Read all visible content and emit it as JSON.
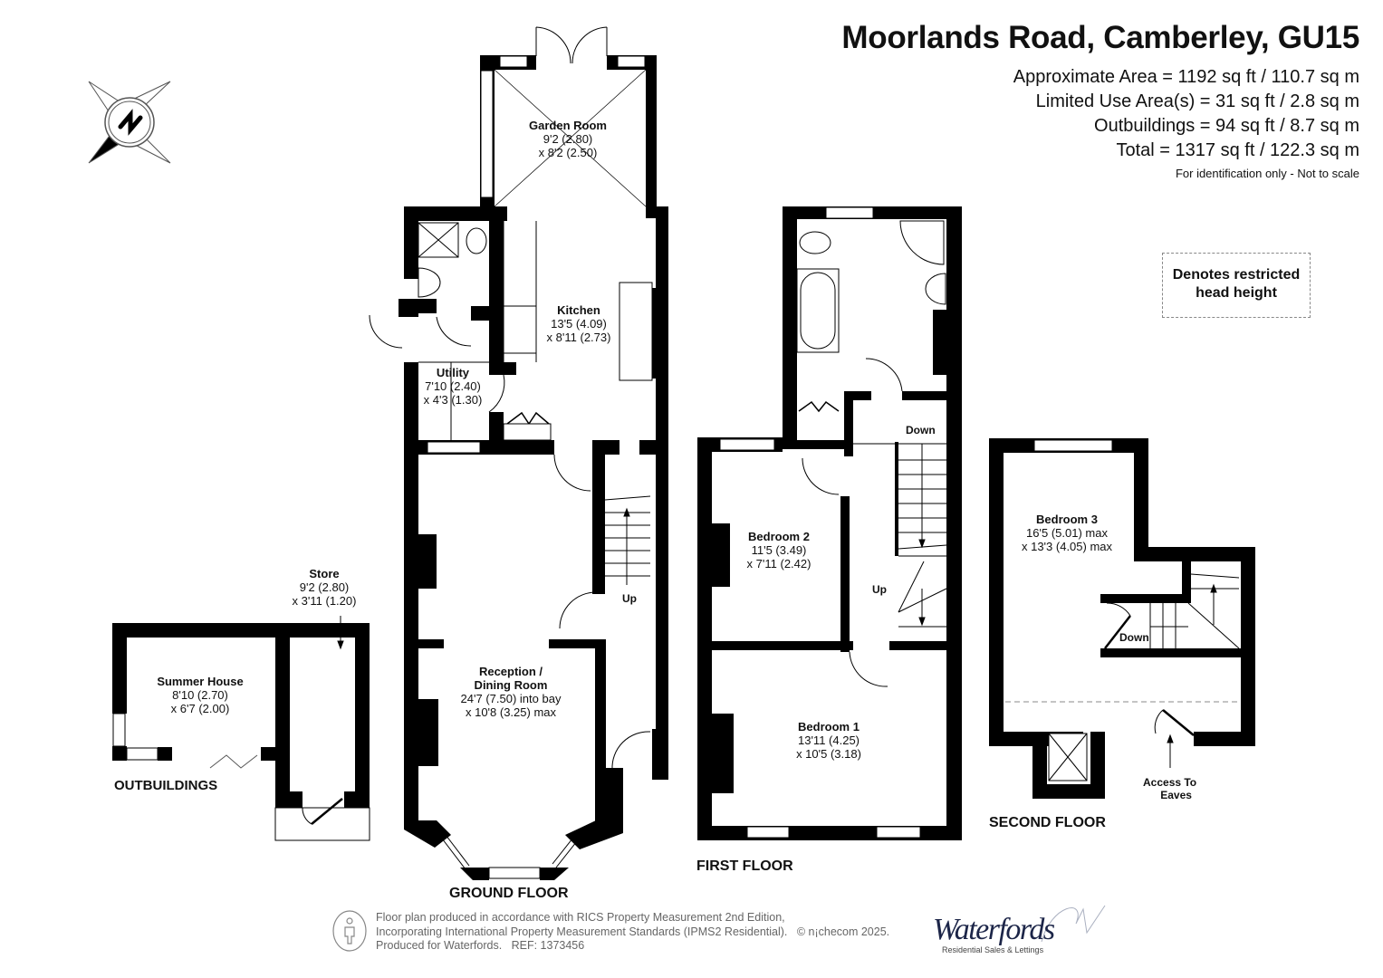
{
  "header": {
    "title": "Moorlands Road, Camberley, GU15",
    "areas": [
      "Approximate Area = 1192 sq ft / 110.7 sq m",
      "Limited Use Area(s) = 31 sq ft / 2.8 sq m",
      "Outbuildings = 94 sq ft / 8.7 sq m",
      "Total = 1317 sq ft / 122.3 sq m"
    ],
    "note": "For identification only - Not to scale"
  },
  "compass": {
    "label": "N",
    "icon": "compass-north-icon"
  },
  "legend": {
    "line1": "Denotes restricted",
    "line2": "head height"
  },
  "floors": {
    "ground": {
      "label": "GROUND FLOOR",
      "rooms": [
        {
          "name": "Garden Room",
          "dim1": "9'2 (2.80)",
          "dim2": "x 8'2 (2.50)"
        },
        {
          "name": "Kitchen",
          "dim1": "13'5 (4.09)",
          "dim2": "x 8'11 (2.73)"
        },
        {
          "name": "Utility",
          "dim1": "7'10 (2.40)",
          "dim2": "x 4'3 (1.30)"
        },
        {
          "name": "Reception /",
          "name2": "Dining Room",
          "dim1": "24'7 (7.50) into bay",
          "dim2": "x 10'8 (3.25) max"
        }
      ],
      "stairs_label": "Up"
    },
    "first": {
      "label": "FIRST FLOOR",
      "rooms": [
        {
          "name": "Bedroom 2",
          "dim1": "11'5 (3.49)",
          "dim2": "x 7'11 (2.42)"
        },
        {
          "name": "Bedroom 1",
          "dim1": "13'11 (4.25)",
          "dim2": "x 10'5 (3.18)"
        }
      ],
      "stairs_down": "Down",
      "stairs_up": "Up"
    },
    "second": {
      "label": "SECOND FLOOR",
      "rooms": [
        {
          "name": "Bedroom 3",
          "dim1": "16'5 (5.01) max",
          "dim2": "x 13'3 (4.05) max"
        }
      ],
      "stairs_down": "Down",
      "eaves_line1": "Access To",
      "eaves_line2": "Eaves"
    },
    "outbuildings": {
      "label": "OUTBUILDINGS",
      "rooms": [
        {
          "name": "Summer House",
          "dim1": "8'10 (2.70)",
          "dim2": "x 6'7 (2.00)"
        },
        {
          "name": "Store",
          "dim1": "9'2 (2.80)",
          "dim2": "x 3'11 (1.20)"
        }
      ]
    }
  },
  "footer": {
    "line1": "Floor plan produced in accordance with RICS Property Measurement 2nd Edition,",
    "line2": "Incorporating International Property Measurement Standards (IPMS2 Residential).   © n¡checom 2025.",
    "line3": "Produced for Waterfords.   REF: 1373456",
    "logo_word": "Waterfords",
    "logo_sub": "Residential Sales & Lettings",
    "logo_color": "#1c2548"
  }
}
